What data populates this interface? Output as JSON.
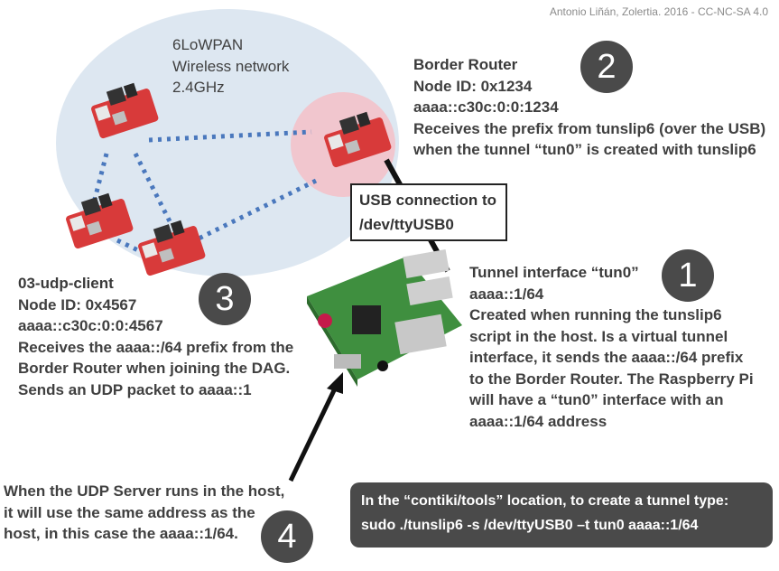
{
  "credit": "Antonio Liñán, Zolertia.  2016 - CC-NC-SA 4.0",
  "network": {
    "line1": "6LoWPAN",
    "line2": "Wireless network",
    "line3": "2.4GHz"
  },
  "border_router": {
    "title": "Border Router",
    "node_id": "Node ID: 0x1234",
    "address": "aaaa::c30c:0:0:1234",
    "desc1": "Receives the prefix from tunslip6 (over the USB)",
    "desc2": "when the tunnel “tun0” is created with tunslip6",
    "number": "2"
  },
  "usb": {
    "line1": "USB connection to",
    "line2": "/dev/ttyUSB0"
  },
  "tunnel": {
    "title": "Tunnel interface “tun0”",
    "address": "aaaa::1/64",
    "lines": [
      "Created when running the tunslip6",
      "script in the host.  Is a virtual tunnel",
      "interface, it sends the aaaa::/64 prefix",
      "to the Border Router.  The Raspberry Pi",
      "will have a “tun0” interface with an",
      "aaaa::1/64 address"
    ],
    "number": "1"
  },
  "client": {
    "title": "03-udp-client",
    "node_id": "Node ID: 0x4567",
    "address": "aaaa::c30c:0:0:4567",
    "lines": [
      "Receives the aaaa::/64 prefix from the",
      "Border Router when joining the DAG.",
      "Sends an UDP packet to aaaa::1"
    ],
    "number": "3"
  },
  "server": {
    "lines": [
      "When the UDP Server runs in the host,",
      "it will use the same address as the",
      "host, in this case the aaaa::1/64."
    ],
    "number": "4"
  },
  "command": {
    "line1": "In the “contiki/tools” location, to create a tunnel type:",
    "line2": "sudo ./tunslip6  -s /dev/ttyUSB0  –t tun0 aaaa::1/64"
  },
  "colors": {
    "network_bubble": "#dce7f2",
    "border_router_halo": "#f2c6cc",
    "dotted_link": "#4a78bd",
    "node_board": "#d83a3a",
    "number_circle": "#4a4a4a",
    "command_box": "#4a4a4a",
    "pi_board": "#3f8f3f"
  }
}
